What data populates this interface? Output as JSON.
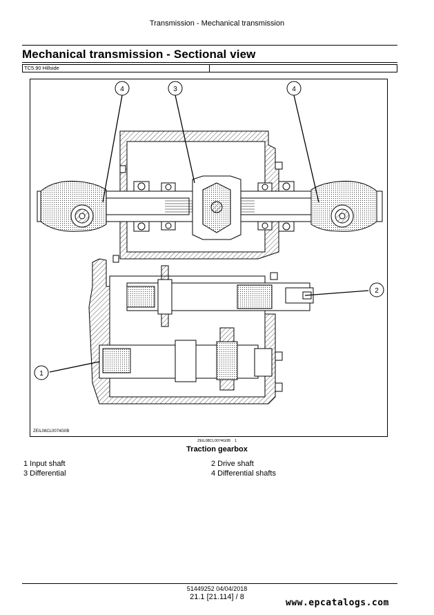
{
  "header": {
    "running_title": "Transmission - Mechanical transmission"
  },
  "section": {
    "title": "Mechanical transmission - Sectional view",
    "model": "TC5.90 Hillside"
  },
  "figure": {
    "image_code": "ZEIL08CL0074G0B",
    "caption_code": "ZEIL08CL0074G0B",
    "caption_number": "1",
    "caption_title": "Traction gearbox",
    "callouts": [
      "4",
      "3",
      "4",
      "2",
      "1"
    ]
  },
  "legend": {
    "item1": "1 Input shaft",
    "item2": "2 Drive shaft",
    "item3": "3 Differential",
    "item4": "4 Differential shafts"
  },
  "footer": {
    "doc_id": "51449252 04/04/2018",
    "page": "21.1 [21.114] / 8",
    "site": "www.epcatalogs.com"
  }
}
